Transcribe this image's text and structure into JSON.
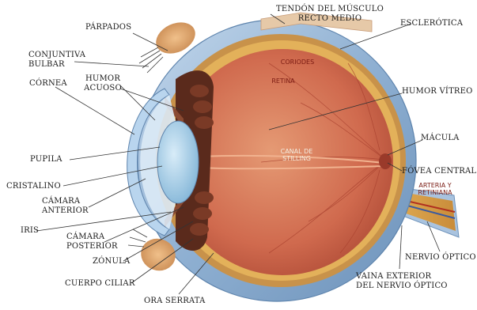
{
  "colors": {
    "sclera": "#9fbbd8",
    "sclera_dark": "#5e84ad",
    "choroid": "#c8924a",
    "retina": "#e3b15a",
    "vitreous": "#d06a4e",
    "vitreous_light": "#e08a65",
    "lens": "#9ccbe6",
    "cornea": "#b9d5ee",
    "nerve": "#d9a24a"
  },
  "labels": {
    "parpados": "PÁRPADOS",
    "tendon_1": "TENDÓN DEL MÚSCULO",
    "tendon_2": "RECTO MEDIO",
    "esclerotica": "ESCLERÓTICA",
    "conjuntiva_1": "CONJUNTIVA",
    "conjuntiva_2": "BULBAR",
    "humor_acuoso_1": "HUMOR",
    "humor_acuoso_2": "ACUOSO",
    "cornea": "CÓRNEA",
    "humor_vitreo": "HUMOR VÍTREO",
    "macula": "MÁCULA",
    "pupila": "PUPILA",
    "fovea": "FÓVEA CENTRAL",
    "cristalino": "CRISTALINO",
    "camara_anterior_1": "CÁMARA",
    "camara_anterior_2": "ANTERIOR",
    "iris": "IRIS",
    "camara_posterior_1": "CÁMARA",
    "camara_posterior_2": "POSTERIOR",
    "zonula": "ZÓNULA",
    "cuerpo_ciliar": "CUERPO CILIAR",
    "ora_serrata": "ORA SERRATA",
    "nervio_optico": "NERVIO ÓPTICO",
    "vaina_1": "VAINA EXTERIOR",
    "vaina_2": "DEL NERVIO ÓPTICO"
  },
  "inner_labels": {
    "coroides": "CORIODES",
    "retina": "RETINA",
    "canal_1": "CANAL DE",
    "canal_2": "STILLING",
    "arteria_1": "ARTERIA Y",
    "arteria_2": "RETINIANA"
  }
}
